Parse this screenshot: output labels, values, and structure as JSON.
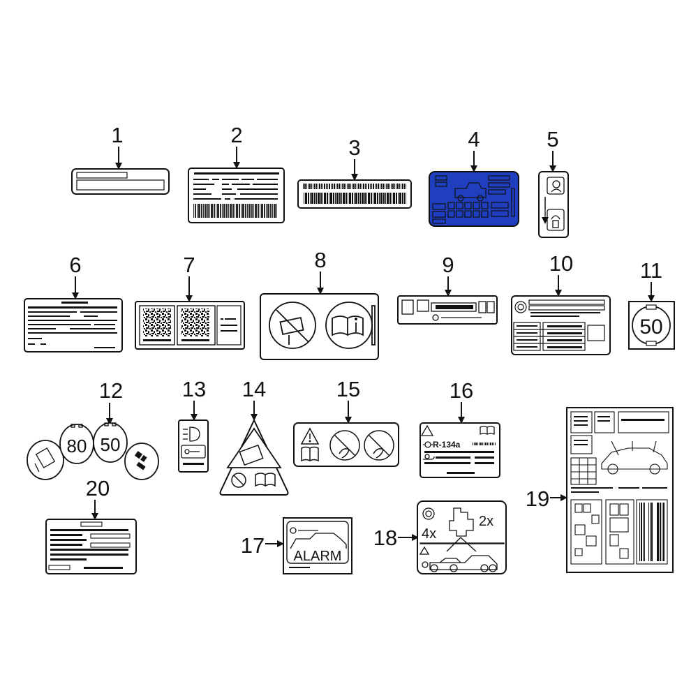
{
  "diagram": {
    "callouts": [
      "1",
      "2",
      "3",
      "4",
      "5",
      "6",
      "7",
      "8",
      "9",
      "10",
      "11",
      "12",
      "13",
      "14",
      "15",
      "16",
      "17",
      "18",
      "19",
      "20"
    ],
    "texts": {
      "label_11_number": "50",
      "label_12_a": "80",
      "label_12_b": "50",
      "label_16_refrigerant": "R-134a",
      "label_17_alarm": "ALARM",
      "label_18_4x": "4x",
      "label_18_2x": "2x"
    },
    "colors": {
      "highlight_fill": "#1f3fbf",
      "line": "#111111",
      "background": "#ffffff"
    }
  }
}
